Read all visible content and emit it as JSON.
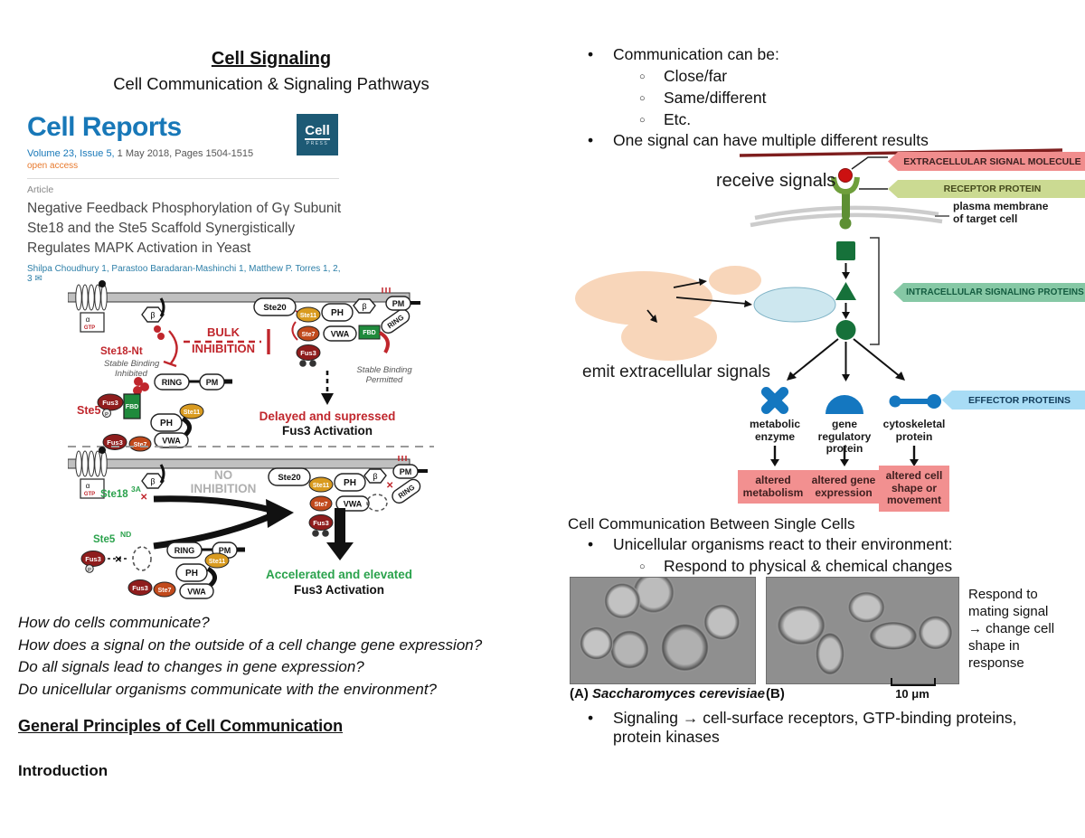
{
  "page": {
    "title": "Cell Signaling",
    "subtitle": "Cell Communication & Signaling Pathways"
  },
  "paper": {
    "journal": "Cell Reports",
    "logo_top": "Cell",
    "logo_bottom": "PRESS",
    "volume_blue": "Volume 23, Issue 5,",
    "volume_gray": " 1 May 2018, Pages 1504-1515",
    "open_access": "open access",
    "article_label": "Article",
    "title": "Negative Feedback Phosphorylation of Gγ Subunit Ste18 and the Ste5 Scaffold Synergistically Regulates MAPK Activation in Yeast",
    "authors": "Shilpa Choudhury 1, Parastoo Baradaran-Mashinchi 1, Matthew P. Torres 1, 2, 3 ✉"
  },
  "figure": {
    "ste18nt": "Ste18-Nt",
    "stable1a": "Stable Binding",
    "stable1b": "Inhibited",
    "bulk1": "BULK",
    "bulk2": "INHIBITION",
    "ste5": "Ste5",
    "ring": "RING",
    "pm": "PM",
    "ph": "PH",
    "vwa": "VWA",
    "fbd": "FBD",
    "ste20": "Ste20",
    "ste11": "Ste11",
    "ste7": "Ste7",
    "fus3": "Fus3",
    "beta": "β",
    "alpha": "α",
    "gtp": "GTP",
    "p": "P",
    "stable2a": "Stable Binding",
    "stable2b": "Permitted",
    "delayed1": "Delayed and supressed",
    "delayed2": "Fus3 Activation",
    "no1": "NO",
    "no2": "INHIBITION",
    "ste18m": "Ste18",
    "ste18m_sup": "3A",
    "ste5m": "Ste5",
    "ste5m_sup": "ND",
    "accel1": "Accelerated and elevated",
    "accel2": "Fus3 Activation"
  },
  "questions": [
    "How do cells communicate?",
    "How does a signal on the outside of a cell change gene expression?",
    "Do all signals lead to changes in gene expression?",
    "Do unicellular organisms communicate with the environment?"
  ],
  "left_sections": {
    "heading": "General Principles of Cell Communication",
    "subheading": "Introduction"
  },
  "right": {
    "bullet1": "Communication can be:",
    "sub_bullets": [
      "Close/far",
      "Same/different",
      "Etc."
    ],
    "bullet2": "One signal can have multiple different results",
    "diagram": {
      "receive": "receive signals",
      "emit": "emit extracellular signals",
      "banner_signal": "EXTRACELLULAR SIGNAL MOLECULE",
      "banner_receptor": "RECEPTOR PROTEIN",
      "plasma": "plasma membrane of target cell",
      "banner_intracellular": "INTRACELLULAR SIGNALING PROTEINS",
      "banner_effector": "EFFECTOR PROTEINS",
      "effectors": [
        {
          "name": "metabolic enzyme",
          "outcome": "altered metabolism"
        },
        {
          "name": "gene regulatory protein",
          "outcome": "altered gene expression"
        },
        {
          "name": "cytoskeletal protein",
          "outcome": "altered cell shape or movement"
        }
      ]
    },
    "single_cells": {
      "heading": "Cell Communication Between Single Cells",
      "bullet": "Unicellular organisms react to their environment:",
      "sub_bullet": "Respond to physical & chemical changes",
      "caption_a_label": "(A)",
      "caption_a_species": "Saccharomyces cerevisiae",
      "caption_b_label": "(B)",
      "scale": "10 μm",
      "side_note": "Respond to mating signal → change cell shape in response",
      "bullet2": "Signaling → cell-surface receptors, GTP-binding proteins, protein kinases"
    }
  },
  "colors": {
    "journal_blue": "#1878b8",
    "logo_navy": "#1d5a75",
    "open_access_orange": "#e87a2e",
    "banner_pink": "#f08d8d",
    "banner_green": "#cbda92",
    "banner_teal_green": "#86c8a5",
    "banner_blue": "#a8dcf5",
    "signal_green": "#16713a",
    "receptor_green": "#6f9f3c",
    "effector_blue": "#1477c0",
    "outcome_pink": "#f29090",
    "peach_cell": "#f8d6ba",
    "red_label": "#c0262c",
    "green_label": "#2aa24c"
  }
}
